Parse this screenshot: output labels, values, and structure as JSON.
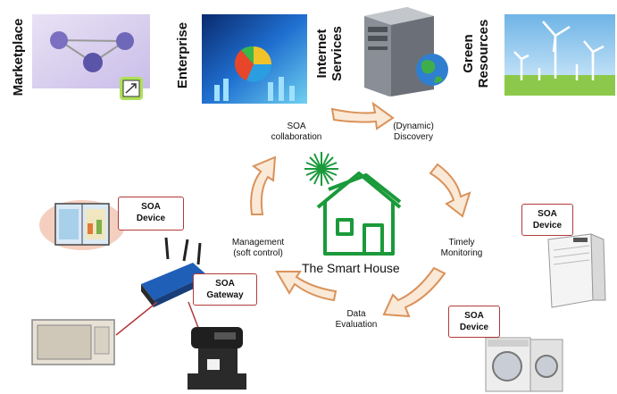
{
  "top_categories": {
    "marketplace": "Marketplace",
    "enterprise": "Enterprise",
    "internet_services_line1": "Internet",
    "internet_services_line2": "Services",
    "green_resources_line1": "Green",
    "green_resources_line2": "Resources"
  },
  "cycle": {
    "soa_collaboration_line1": "SOA",
    "soa_collaboration_line2": "collaboration",
    "discovery_line1": "(Dynamic)",
    "discovery_line2": "Discovery",
    "monitoring_line1": "Timely",
    "monitoring_line2": "Monitoring",
    "evaluation_line1": "Data",
    "evaluation_line2": "Evaluation",
    "management_line1": "Management",
    "management_line2": "(soft control)"
  },
  "center": {
    "title": "The Smart House"
  },
  "devices": {
    "fridge_line1": "SOA",
    "fridge_line2": "Device",
    "gateway_line1": "SOA",
    "gateway_line2": "Gateway",
    "dehumidifier_line1": "SOA",
    "dehumidifier_line2": "Device",
    "washer_line1": "SOA",
    "washer_line2": "Device"
  },
  "colors": {
    "arrow_fill": "#fbe9d7",
    "arrow_stroke": "#d9925a",
    "house": "#1a9a3a",
    "box_border": "#b23a3a"
  }
}
